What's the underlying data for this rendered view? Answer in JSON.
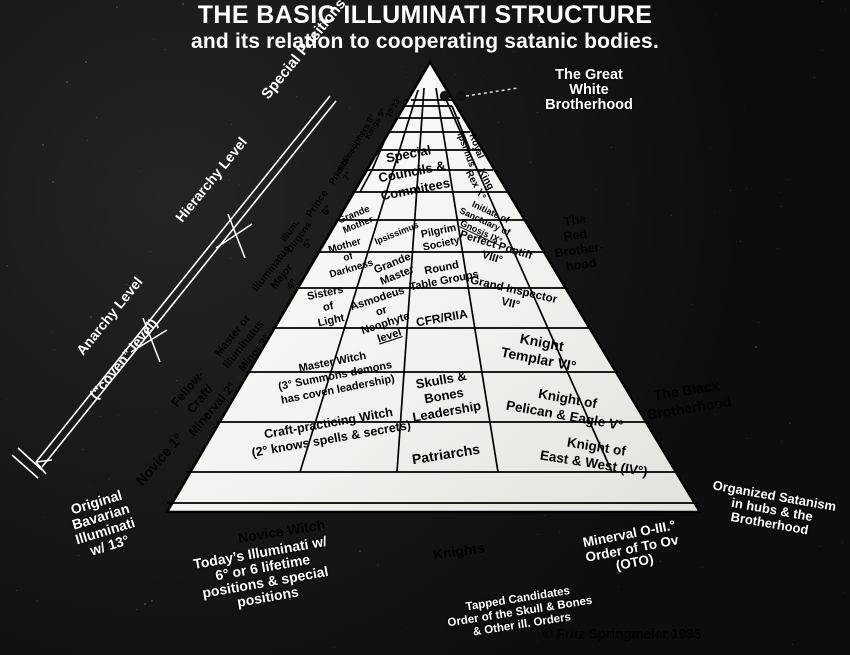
{
  "title": {
    "line1": "THE BASIC ILLUMINATI STRUCTURE",
    "line2": "and its relation to cooperating satanic bodies."
  },
  "copyright": "© Fritz Springmeier 1995",
  "level_brackets": [
    {
      "id": "special-positions",
      "label": "Special Positions"
    },
    {
      "id": "hierarchy-level",
      "label": "Hierarchy Level"
    },
    {
      "id": "anarchy-level",
      "label": "Anarchy Level"
    },
    {
      "id": "coven-level",
      "label": "(“coven” level)"
    }
  ],
  "outside_labels": [
    {
      "id": "great-white-brotherhood",
      "text": "The Great\nWhite\nBrotherhood"
    },
    {
      "id": "original-bavarian",
      "text": "Original\nBavarian\nIlluminati\nw/ 13°"
    },
    {
      "id": "todays-illuminati",
      "text": "Today’s Illuminati w/\n6° or 6 lifetime\npositions & special\npositions"
    },
    {
      "id": "tapped-candidates",
      "text": "Tapped Candidates\nOrder of the Skull & Bones\n& Other ill. Orders"
    },
    {
      "id": "minerval-oto",
      "text": "Minerval O-III.°\nOrder of To Ov\n(OTO)"
    },
    {
      "id": "organized-satanism",
      "text": "Organized Satanism\nin hubs & the\nBrotherhood"
    }
  ],
  "pyramid_cells": {
    "column_1_degrees": [
      {
        "id": "deg-13",
        "label": "10 13°"
      },
      {
        "id": "kings",
        "label": "Kings 9°"
      },
      {
        "id": "philosophers",
        "label": "Philosophers 8°"
      },
      {
        "id": "priests",
        "label": "Priests\n7°"
      },
      {
        "id": "prince",
        "label": "Prince\n6°"
      },
      {
        "id": "illum-dirgens",
        "label": "Illum.\nDirgens\n5°"
      },
      {
        "id": "illuminatus-major",
        "label": "Illuminatus\nMajor\n4°"
      },
      {
        "id": "master-illuminatus-minor",
        "label": "Master or\nIlluminatus\nMinor 3°"
      },
      {
        "id": "fellow-craft-minerval",
        "label": "Fellow-\nCraft/\nMinerval 2°"
      },
      {
        "id": "novice-1",
        "label": "Novice 1°"
      }
    ],
    "column_2_witchcraft": [
      {
        "id": "grande-mother",
        "label": "Grande\nMother"
      },
      {
        "id": "mother-of-darkness",
        "label": "Mother\nof\nDarkness"
      },
      {
        "id": "sisters-of-light",
        "label": "Sisters\nof\nLight"
      },
      {
        "id": "master-witch",
        "label": "Master Witch\n(3° Summons demons\nhas coven leadership)"
      },
      {
        "id": "craft-practicing-witch",
        "label": "Craft-practicing Witch\n(2° knows spells & secrets)"
      },
      {
        "id": "novice-witch",
        "label": "Novice Witch\n(1° of Craft)"
      }
    ],
    "column_3_center": [
      {
        "id": "special-councils",
        "label": "Special\nCouncils &\nCommitees"
      },
      {
        "id": "ipsissimus",
        "label": "Ipsissimus"
      },
      {
        "id": "grande-master",
        "label": "Grande\nMaster"
      },
      {
        "id": "asmodeus-neophyte",
        "label": "Asmodeus\nor\nNeophyte\nlevel"
      },
      {
        "id": "pilgrim-society",
        "label": "Pilgrim\nSociety"
      },
      {
        "id": "round-table-groups",
        "label": "Round\nTable Groups"
      },
      {
        "id": "cfr-riia",
        "label": "CFR/RIIA"
      },
      {
        "id": "skulls-bones-leadership",
        "label": "Skulls &\nBones\nLeadership"
      },
      {
        "id": "patriarchs",
        "label": "Patriarchs"
      },
      {
        "id": "knights",
        "label": "Knights"
      }
    ],
    "column_4_right": [
      {
        "id": "royal-ipsimus",
        "label": "Royal\nIpsimus"
      },
      {
        "id": "king-rex-x",
        "label": "King\nRex X°"
      },
      {
        "id": "initiate-sanctuary-gnosis",
        "label": "Initiate of\nSanctuary of\nGnosis IX°"
      },
      {
        "id": "perfect-pontiff",
        "label": "Perfect Pontiff\nVIII°"
      },
      {
        "id": "grand-inspector",
        "label": "Grand Inspector\nVII°"
      },
      {
        "id": "knight-templar",
        "label": "Knight\nTemplar VI°"
      },
      {
        "id": "knight-pelican-eagle",
        "label": "Knight of\nPelican & Eagle V°"
      },
      {
        "id": "knight-east-west",
        "label": "Knight of\nEast & West (IV°)"
      }
    ],
    "column_5_brotherhoods": [
      {
        "id": "red-brotherhood",
        "label": "The\nRed\nBrother-\nhood"
      },
      {
        "id": "black-brotherhood",
        "label": "The Black\nBrotherhood"
      }
    ]
  },
  "colors": {
    "background": "#151515",
    "pyramid_face": "#f4f4f0",
    "ink": "#000000",
    "label_text": "#ffffff"
  }
}
